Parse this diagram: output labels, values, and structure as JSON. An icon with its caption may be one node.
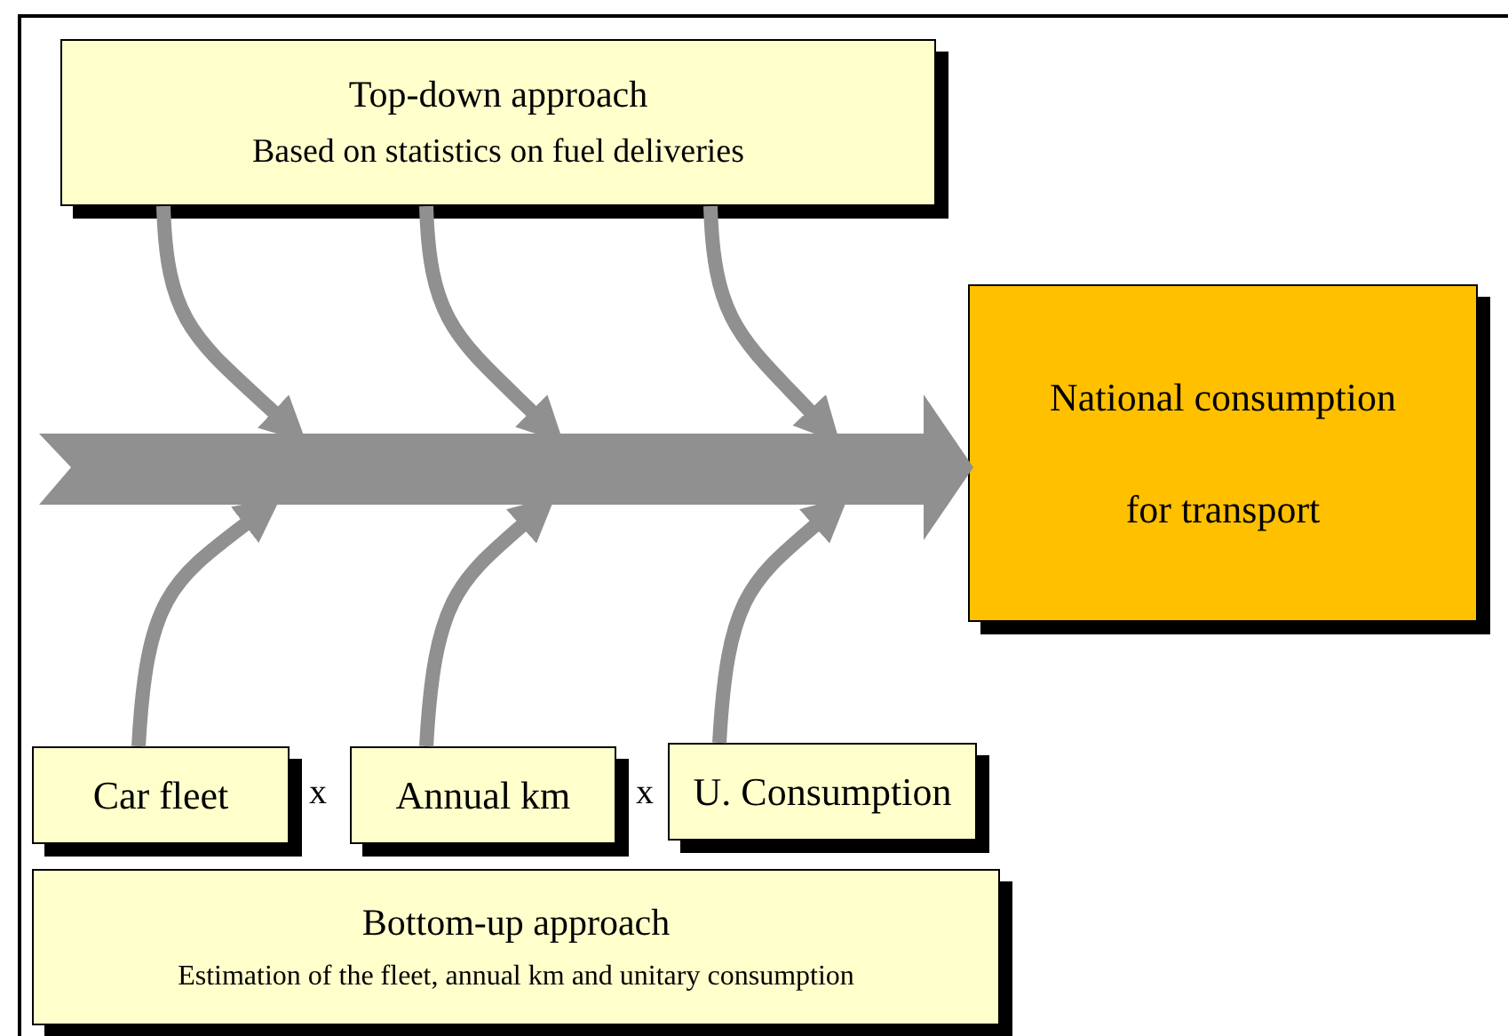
{
  "diagram": {
    "nodes": [
      {
        "text": [
          "Top-down approach",
          "Based on statistics on fuel deliveries"
        ]
      },
      {
        "text": [
          "National consumption",
          "for transport"
        ]
      },
      {
        "text": [
          "Car fleet"
        ]
      },
      {
        "text": [
          "Annual km"
        ]
      },
      {
        "text": [
          "U. Consumption"
        ]
      },
      {
        "text": [
          "Bottom-up approach",
          "Estimation of the fleet, annual km and unitary consumption"
        ]
      },
      {
        "text": [],
        "shape": "arrow"
      }
    ],
    "edges": [
      {
        "from": 0,
        "to": 6,
        "arrow": "to"
      },
      {
        "from": 0,
        "to": 6,
        "arrow": "to"
      },
      {
        "from": 0,
        "to": 6,
        "arrow": "to"
      },
      {
        "from": 2,
        "to": 6,
        "arrow": "to"
      },
      {
        "from": 3,
        "to": 6,
        "arrow": "to"
      },
      {
        "from": 4,
        "to": 6,
        "arrow": "to"
      }
    ],
    "labels": [
      "x",
      "x"
    ]
  }
}
